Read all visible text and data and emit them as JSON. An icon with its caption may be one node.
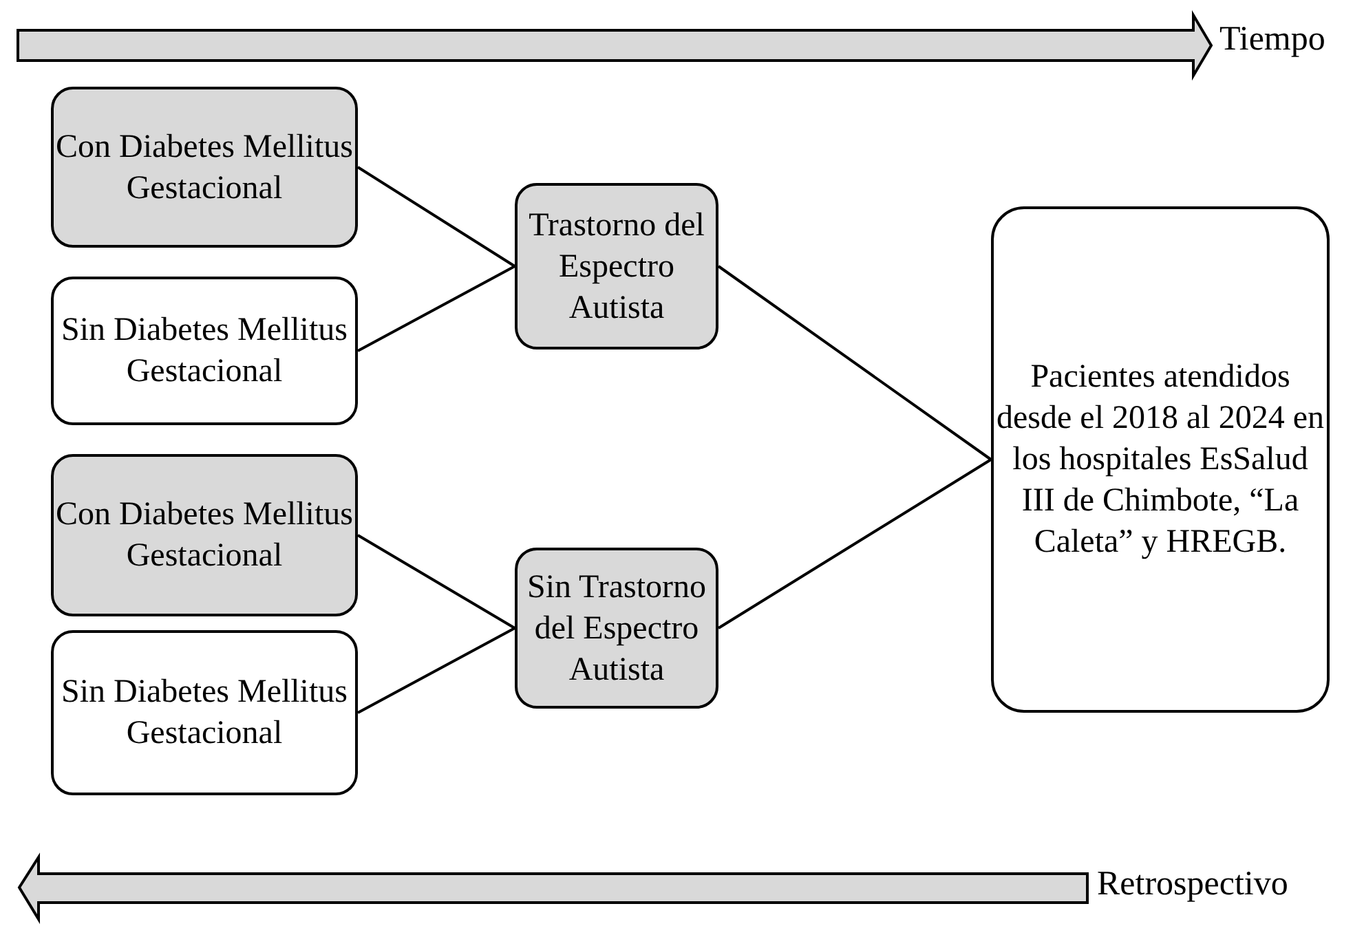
{
  "diagram": {
    "nodes": [
      {
        "text": [
          "Con Diabetes Mellitus Gestacional"
        ]
      },
      {
        "text": [
          "Sin Diabetes Mellitus Gestacional"
        ]
      },
      {
        "text": [
          "Trastorno del Espectro Autista"
        ]
      },
      {
        "text": [
          "Con Diabetes Mellitus Gestacional"
        ]
      },
      {
        "text": [
          "Sin Diabetes Mellitus Gestacional"
        ]
      },
      {
        "text": [
          "Sin Trastorno del Espectro Autista"
        ]
      },
      {
        "text": [
          "Pacientes atendidos desde el 2018 al 2024 en los hospitales EsSalud III de Chimbote, “La Caleta” y HREGB."
        ]
      }
    ],
    "edges": [
      {
        "from": 0,
        "to": 2,
        "arrow": "none"
      },
      {
        "from": 1,
        "to": 2,
        "arrow": "none"
      },
      {
        "from": 3,
        "to": 5,
        "arrow": "none"
      },
      {
        "from": 4,
        "to": 5,
        "arrow": "none"
      },
      {
        "from": 2,
        "to": 6,
        "arrow": "none"
      },
      {
        "from": 5,
        "to": 6,
        "arrow": "none"
      }
    ],
    "labels": [
      "Tiempo",
      "Retrospectivo"
    ]
  }
}
